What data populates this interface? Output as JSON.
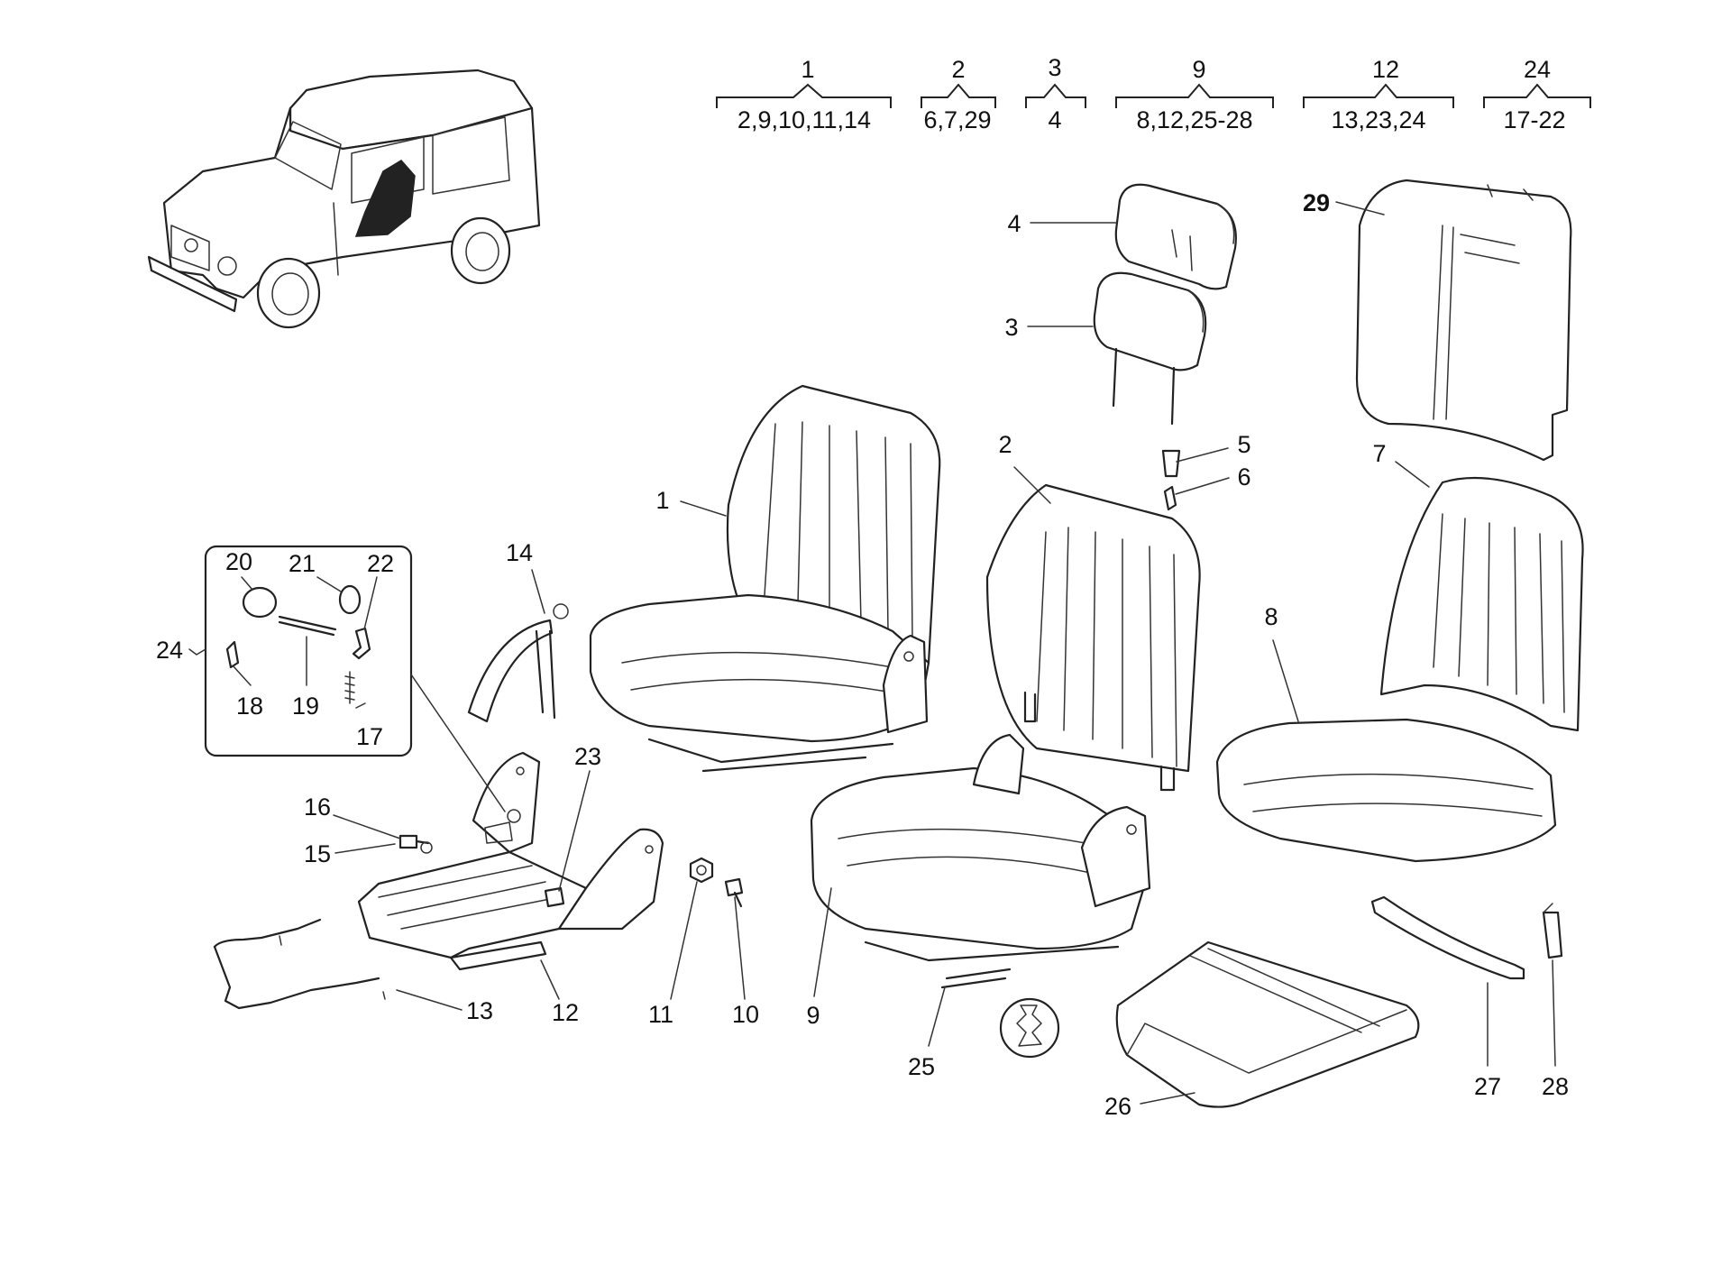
{
  "groups": [
    {
      "parent": "1",
      "children": "2,9,10,11,14"
    },
    {
      "parent": "2",
      "children": "6,7,29"
    },
    {
      "parent": "3",
      "children": "4"
    },
    {
      "parent": "9",
      "children": "8,12,25-28"
    },
    {
      "parent": "12",
      "children": "13,23,24"
    },
    {
      "parent": "24",
      "children": "17-22"
    }
  ],
  "callouts": {
    "c1": "1",
    "c2": "2",
    "c3": "3",
    "c4": "4",
    "c5": "5",
    "c6": "6",
    "c7": "7",
    "c8": "8",
    "c9": "9",
    "c10": "10",
    "c11": "11",
    "c12": "12",
    "c13": "13",
    "c14": "14",
    "c15": "15",
    "c16": "16",
    "c17": "17",
    "c18": "18",
    "c19": "19",
    "c20": "20",
    "c21": "21",
    "c22": "22",
    "c23": "23",
    "c24": "24",
    "c25": "25",
    "c26": "26",
    "c27": "27",
    "c28": "28",
    "c29": "29"
  },
  "icons": {
    "vehicle": "vehicle-locator-icon",
    "seat": "seat-icon",
    "headrest": "headrest-icon"
  }
}
